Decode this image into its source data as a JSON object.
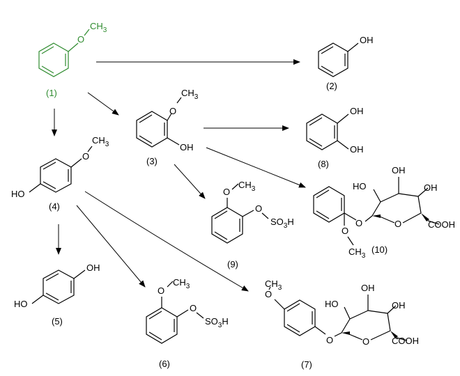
{
  "colors": {
    "highlight": "#2e8b2e",
    "ink": "#000000"
  },
  "labels": {
    "c1": "(1)",
    "c2": "(2)",
    "c3": "(3)",
    "c4": "(4)",
    "c5": "(5)",
    "c6": "(6)",
    "c7": "(7)",
    "c8": "(8)",
    "c9": "(9)",
    "c10": "(10)"
  },
  "atoms": {
    "ch3": "CH",
    "sub3": "3",
    "o": "O",
    "oh": "OH",
    "ho": "HO",
    "so3h_a": "SO",
    "so3h_b": "3",
    "so3h_c": "H",
    "cooh": "COOH"
  }
}
